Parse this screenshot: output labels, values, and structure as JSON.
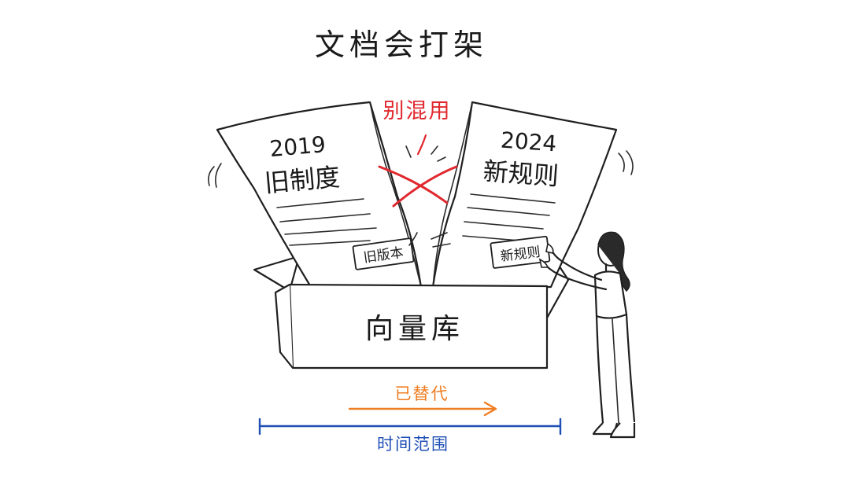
{
  "title": "文档会打架",
  "warning_label": "别混用",
  "old_doc": {
    "year": "2019",
    "name": "旧制度",
    "tag": "旧版本"
  },
  "new_doc": {
    "year": "2024",
    "name": "新规则",
    "tag": "新规则"
  },
  "box_label": "向量库",
  "replaced_label": "已替代",
  "timeline_label": "时间范围",
  "colors": {
    "ink": "#1f1f1f",
    "warning": "#e0282e",
    "replaced": "#ef7d22",
    "timeline": "#1f4fb5"
  }
}
